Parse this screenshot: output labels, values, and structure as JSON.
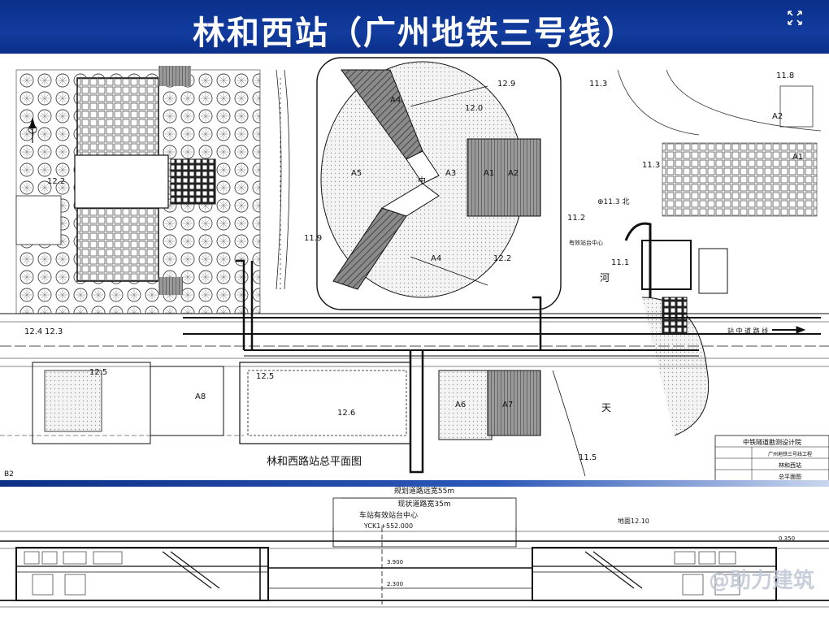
{
  "banner": {
    "title": "林和西站（广州地铁三号线）"
  },
  "plan": {
    "caption": "林和西路站总平面图",
    "labels": {
      "a4_top": "A4",
      "a5": "A5",
      "a3": "A3",
      "a1": "A1",
      "a2": "A2",
      "a2_big": "A2",
      "a1_mid": "A1",
      "a6": "A6",
      "a7": "A7",
      "a8": "A8",
      "a4_bottom": "A4",
      "zhong": "中",
      "level_12_2_left": "12.2",
      "level_12_3": "12.3",
      "level_12_4": "12.4",
      "level_12_5": "12.5",
      "level_12_6": "12.6",
      "level_11_3_top": "11.3",
      "level_11_3_mid": "11.3",
      "level_11_2": "11.2",
      "level_11_1": "11.1",
      "level_11_5": "11.5",
      "level_11_8": "11.8",
      "level_12_0": "12.0",
      "level_12_9": "12.9",
      "level_12_2_mid": "12.2",
      "level_12_6_small": "12.5",
      "level_11_9": "11.9",
      "road_right": "站 中 道 路 线",
      "platform_center_plan": "有效站台中心",
      "tian": "天",
      "he": "河",
      "bei": "⊕11.3 北",
      "b2": "B2"
    },
    "title_block": {
      "org": "中铁隧道勘测设计院",
      "project": "广州地铁三号线工程",
      "drawing": "林和西站",
      "sheet": "总平面图"
    }
  },
  "section": {
    "road_planned": "规划道路远宽55m",
    "road_current": "现状道路宽35m",
    "platform_center": "车站有效站台中心",
    "chainage": "YCK1+552.000",
    "elevation_top": "地面12.10",
    "dim_a": "3.900",
    "dim_b": "2.300",
    "dim_c": "0.350"
  },
  "watermark": {
    "text": "@助力建筑"
  },
  "colors": {
    "banner": "#0d2f86",
    "hatch": "#555555",
    "line": "#1a1a1a",
    "paper": "#ffffff"
  },
  "icons": {
    "expand": "expand-icon",
    "north": "north-arrow-icon"
  }
}
